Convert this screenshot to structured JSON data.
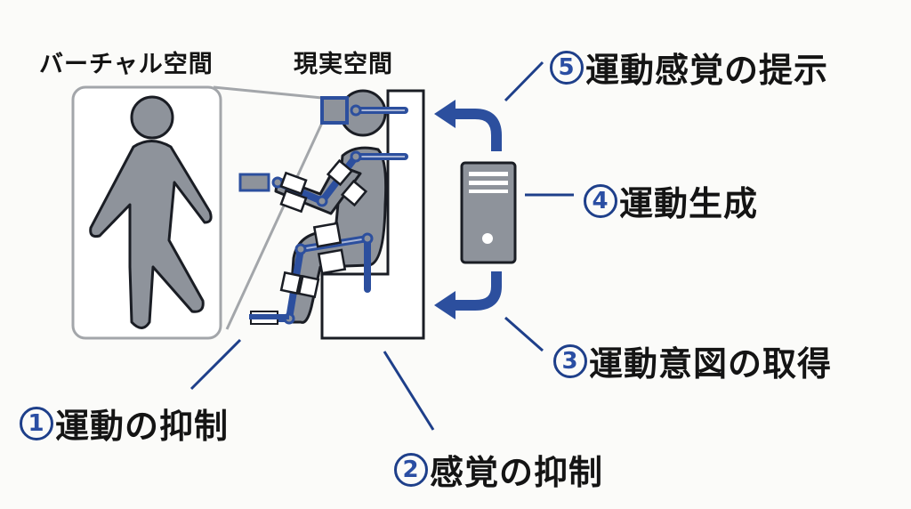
{
  "headings": {
    "virtual_space": "バーチャル空間",
    "real_space": "現実空間"
  },
  "steps": [
    {
      "number": "1",
      "text": "運動の抑制"
    },
    {
      "number": "2",
      "text": "感覚の抑制"
    },
    {
      "number": "3",
      "text": "運動意図の取得"
    },
    {
      "number": "4",
      "text": "運動生成"
    },
    {
      "number": "5",
      "text": "運動感覚の提示"
    }
  ],
  "icons": {
    "virtual_avatar": "walking-person-icon",
    "user": "seated-person-exoskeleton-icon",
    "computer": "server-tower-icon",
    "arrow_up": "return-arrow-left-icon",
    "arrow_down": "return-arrow-left-icon"
  },
  "colors": {
    "accent_blue": "#2c4f9e",
    "figure_gray": "#8e939b",
    "outline": "#1a1d24",
    "frame_gray": "#a3a6aa",
    "text": "#141414"
  }
}
